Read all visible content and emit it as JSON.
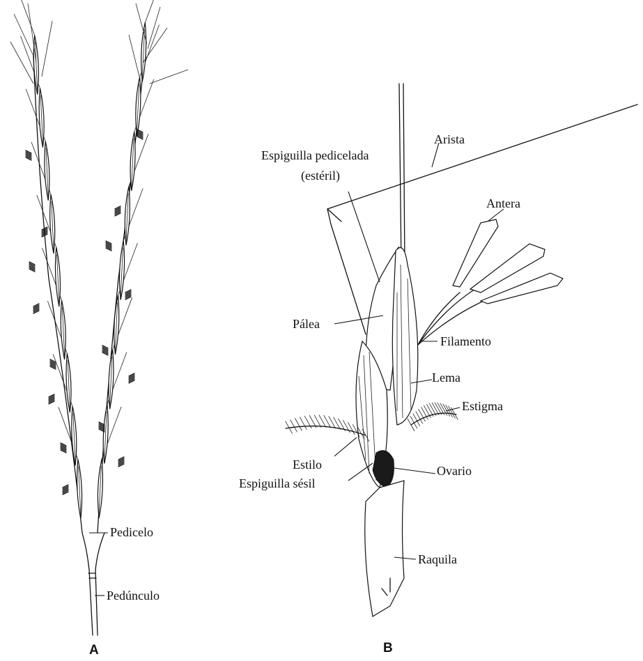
{
  "panels": {
    "a": "A",
    "b": "B"
  },
  "labels_a": {
    "pedicelo": "Pedicelo",
    "pedunculo": "Pedúnculo"
  },
  "labels_b": {
    "arista": "Arista",
    "espiguilla_pedicelada_1": "Espiguilla pedicelada",
    "espiguilla_pedicelada_2": "(estéril)",
    "antera": "Antera",
    "palea": "Pálea",
    "filamento": "Filamento",
    "lema": "Lema",
    "estigma": "Estigma",
    "estilo": "Estilo",
    "espiguilla_sesil": "Espiguilla sésil",
    "ovario": "Ovario",
    "raquila": "Raquila"
  }
}
